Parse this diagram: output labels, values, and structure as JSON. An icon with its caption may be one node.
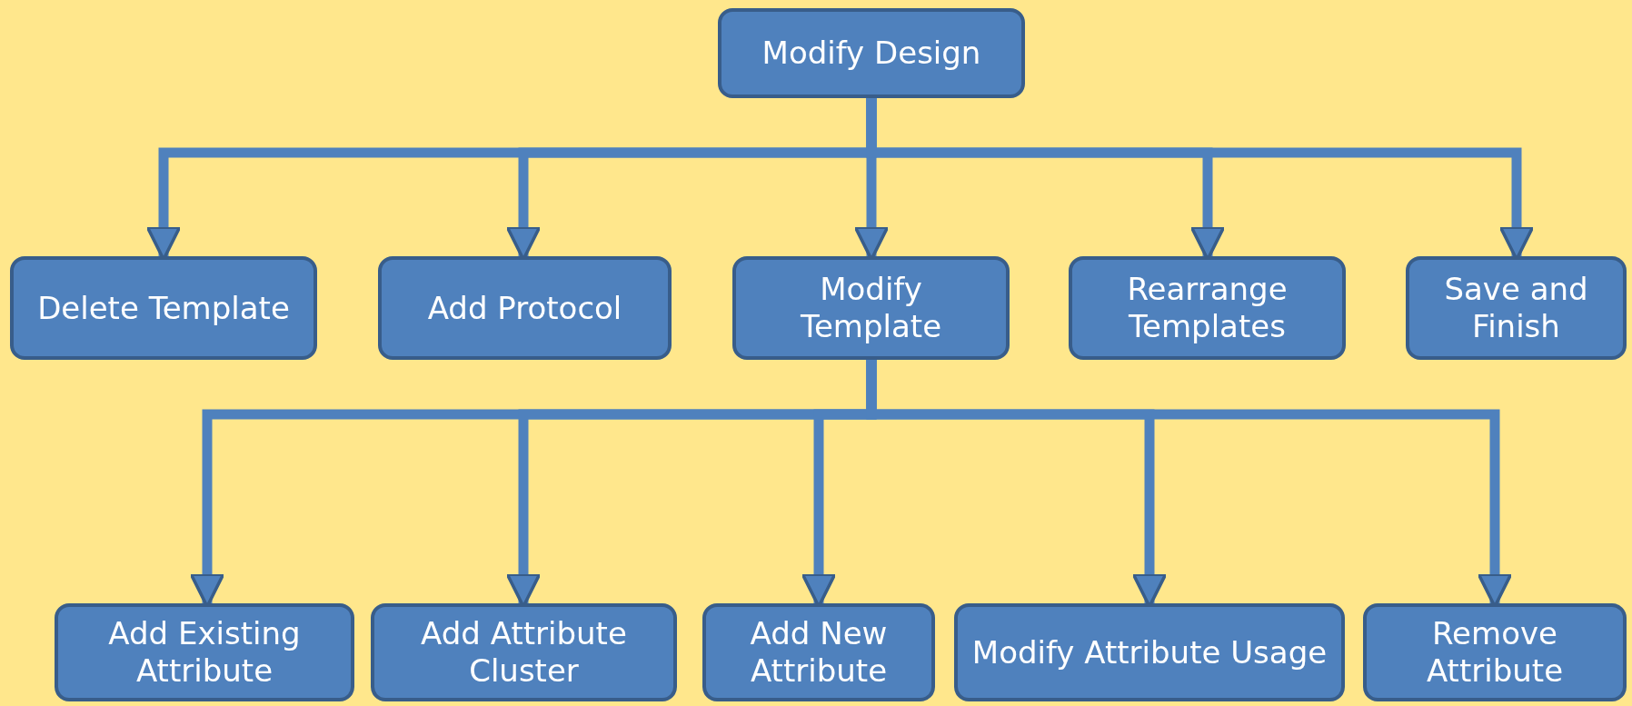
{
  "diagram": {
    "nodes": [
      {
        "text": [
          "Modify Design"
        ]
      },
      {
        "text": [
          "Delete Template"
        ]
      },
      {
        "text": [
          "Add Protocol"
        ]
      },
      {
        "text": [
          "Modify Template"
        ]
      },
      {
        "text": [
          "Rearrange Templates"
        ]
      },
      {
        "text": [
          "Save and Finish"
        ]
      },
      {
        "text": [
          "Add Existing Attribute"
        ]
      },
      {
        "text": [
          "Add Attribute Cluster"
        ]
      },
      {
        "text": [
          "Add New Attribute"
        ]
      },
      {
        "text": [
          "Modify Attribute Usage"
        ]
      },
      {
        "text": [
          "Remove Attribute"
        ]
      }
    ],
    "edges": [
      {
        "from": 0,
        "to": 1,
        "arrow": "to"
      },
      {
        "from": 0,
        "to": 2,
        "arrow": "to"
      },
      {
        "from": 0,
        "to": 3,
        "arrow": "to"
      },
      {
        "from": 0,
        "to": 4,
        "arrow": "to"
      },
      {
        "from": 0,
        "to": 5,
        "arrow": "to"
      },
      {
        "from": 3,
        "to": 6,
        "arrow": "to"
      },
      {
        "from": 3,
        "to": 7,
        "arrow": "to"
      },
      {
        "from": 3,
        "to": 8,
        "arrow": "to"
      },
      {
        "from": 3,
        "to": 9,
        "arrow": "to"
      },
      {
        "from": 3,
        "to": 10,
        "arrow": "to"
      }
    ]
  }
}
